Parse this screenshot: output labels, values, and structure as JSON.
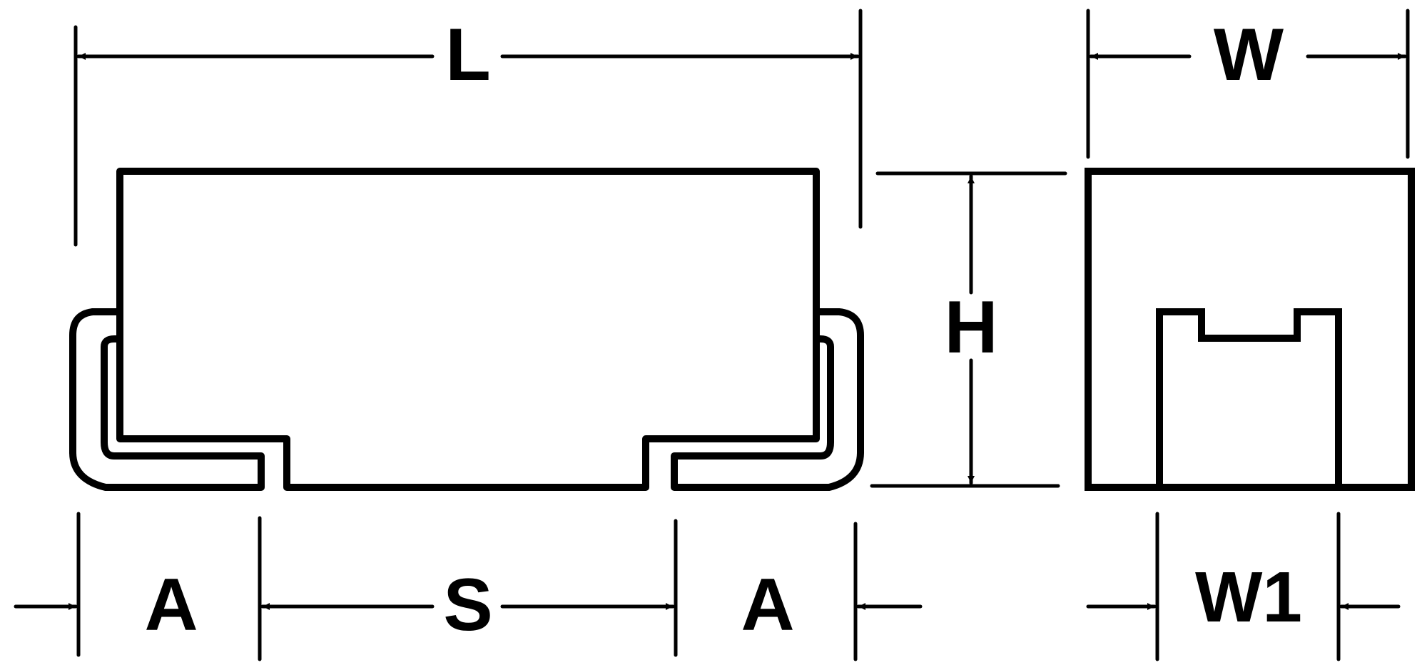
{
  "labels": {
    "length": "L",
    "width": "W",
    "height": "H",
    "terminal_left": "A",
    "spacing": "S",
    "terminal_right": "A",
    "terminal_width": "W1"
  },
  "colors": {
    "line": "#000000",
    "background": "#ffffff"
  }
}
